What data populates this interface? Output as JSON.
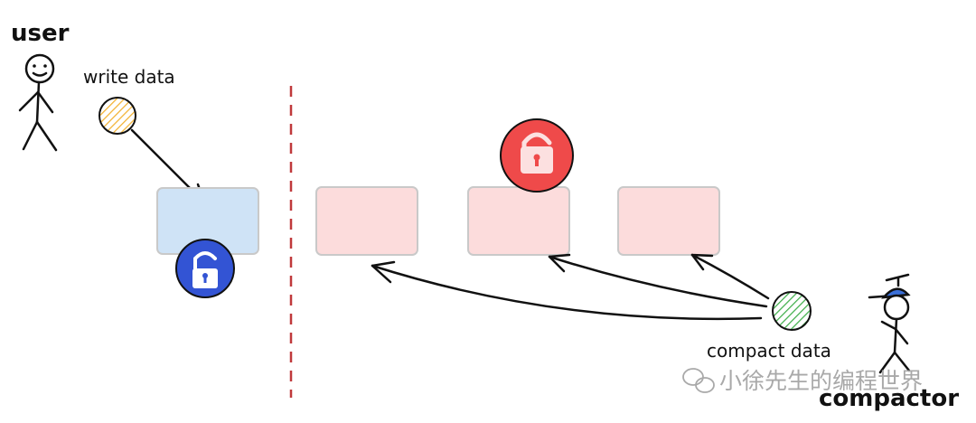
{
  "labels": {
    "user": "user",
    "write_data": "write data",
    "compact_data": "compact data",
    "compactor": "compactor"
  },
  "watermark": {
    "text": "小徐先生的编程世界",
    "icon": "wechat-icon"
  },
  "colors": {
    "blue_block": "#cfe3f6",
    "pink_block": "#fcdcdc",
    "block_stroke": "#c9c9c9",
    "lock_blue": "#3354d4",
    "lock_red": "#ef4a4a",
    "write_token": "#f2b233",
    "compact_token": "#3fae4a",
    "divider": "#c0393b",
    "ink": "#111111"
  },
  "icons": {
    "user_figure": "stick-figure-icon",
    "compactor_figure": "stick-figure-with-propeller-hat-icon",
    "blue_lock": "padlock-icon",
    "red_lock": "padlock-icon"
  }
}
